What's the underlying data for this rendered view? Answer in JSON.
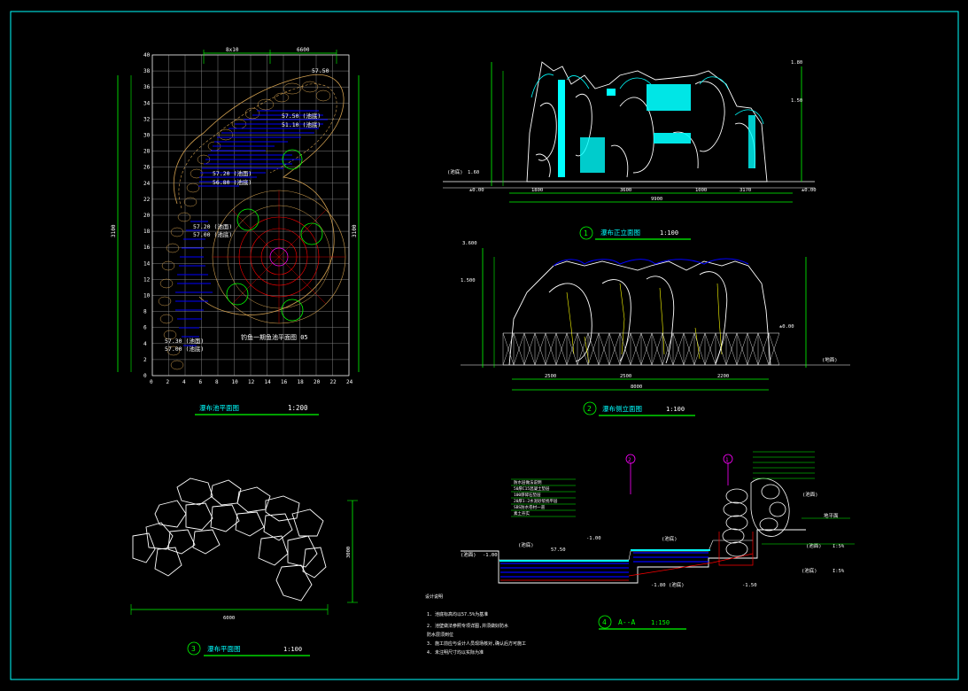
{
  "plan": {
    "title": "瀑布池平面图",
    "scale": "1:200",
    "y_ticks": [
      "40",
      "38",
      "36",
      "34",
      "32",
      "30",
      "28",
      "26",
      "24",
      "22",
      "20",
      "18",
      "16",
      "14",
      "12",
      "10",
      "8",
      "6",
      "4",
      "2",
      "0"
    ],
    "x_ticks": [
      "0",
      "2",
      "4",
      "6",
      "8",
      "10",
      "12",
      "14",
      "16",
      "18",
      "20",
      "22",
      "24"
    ],
    "elevations": [
      "57.50",
      "57.50 (池底)",
      "51.10 (池底)",
      "57.20 (池面)",
      "56.80 (池底)",
      "57.20 (池面)",
      "57.00 (池底)",
      "57.30 (池面)",
      "57.00 (池底)"
    ],
    "note": "钓鱼一期鱼池平面图 05",
    "dim_top_left": "8x10",
    "dim_top_right": "6600",
    "dim_side": "3100"
  },
  "front_elevation": {
    "title": "瀑布正立面图",
    "scale": "1:100",
    "number": "1",
    "dims": [
      "1800",
      "3600",
      "1000",
      "3170"
    ],
    "total": "9900",
    "levels": [
      "±0.00",
      "(池底)",
      "±0.00",
      "1.80",
      "1.50",
      "1.60"
    ]
  },
  "side_elevation": {
    "title": "瀑布侧立面图",
    "scale": "1:100",
    "number": "2",
    "dims": [
      "2500",
      "2500",
      "2200"
    ],
    "total": "8000",
    "levels": [
      "3.600",
      "1.500",
      "±0.00",
      "(地面)"
    ]
  },
  "rock_plan": {
    "title": "瀑布平面图",
    "scale": "1:100",
    "number": "3",
    "dim_bottom": "6000",
    "dim_side": "3000"
  },
  "section": {
    "title": "A--A",
    "scale": "1:150",
    "number": "4",
    "callouts": [
      "2",
      "1"
    ],
    "labels": [
      "(池底)",
      "57.50",
      "-1.00",
      "(池面)",
      "-1.00",
      "(池底)",
      "-1.80",
      "(池底)",
      "(池底)",
      "(池面)",
      "地平面",
      "(池面)",
      "-1.50",
      "I:5%",
      "I:5%"
    ],
    "legend": [
      "防水层做法说明",
      "50厚C15混凝土垫层",
      "100厚碎石垫层",
      "20厚1:2水泥砂浆找平层",
      "SBS防水卷材一道",
      "素土夯实"
    ],
    "notes_title": "设计说明",
    "notes": [
      "1. 池底标高均以57.5%为基准",
      "2. 池壁做法参照专项详图,并须做好防水",
      "   防水层须到位",
      "3. 施工前应与设计人员现场核对,确认后方可施工",
      "4. 未注明尺寸均以实际为准"
    ]
  },
  "colors": {
    "cyan": "#00ffff",
    "green": "#00ff00",
    "white": "#ffffff",
    "blue": "#0000ff",
    "red": "#ff0000",
    "magenta": "#ff00ff",
    "orange": "#d2a050",
    "yellow": "#ffff00",
    "grey": "#808080"
  }
}
